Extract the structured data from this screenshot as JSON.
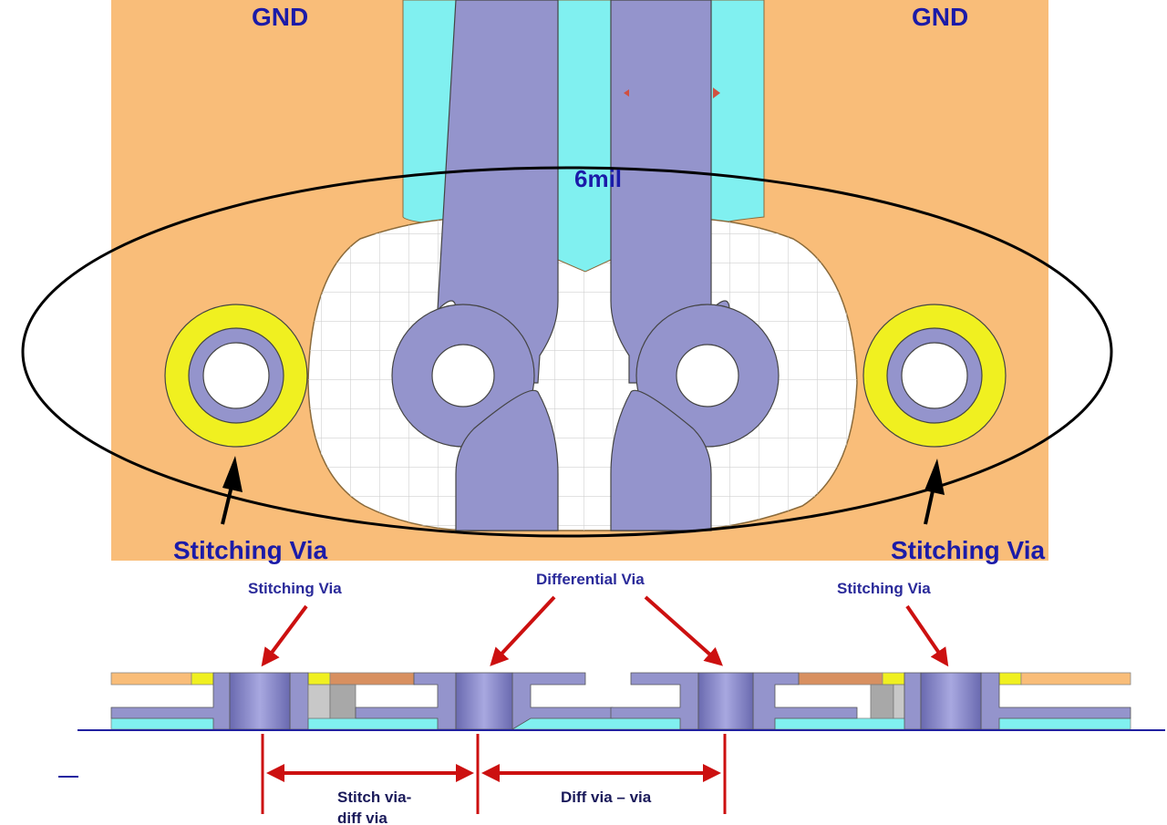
{
  "top_view": {
    "gnd_left": "GND",
    "gnd_right": "GND",
    "spacing_label": "6mil",
    "stitch_left": "Stitching Via",
    "stitch_right": "Stitching Via"
  },
  "cross_section": {
    "stitch_left": "Stitching Via",
    "differential": "Differential Via",
    "stitch_right": "Stitching Via",
    "dim_stitch_line1": "Stitch via-",
    "dim_stitch_line2": "diff via",
    "dim_diff": "Diff via – via"
  },
  "colors": {
    "ground_copper": "#f9bd79",
    "trace": "#9494cc",
    "clearance": "#80f0f0",
    "via_ring": "#f0f020",
    "arrow_red": "#cc1010",
    "label_blue": "#1b1ba8"
  }
}
